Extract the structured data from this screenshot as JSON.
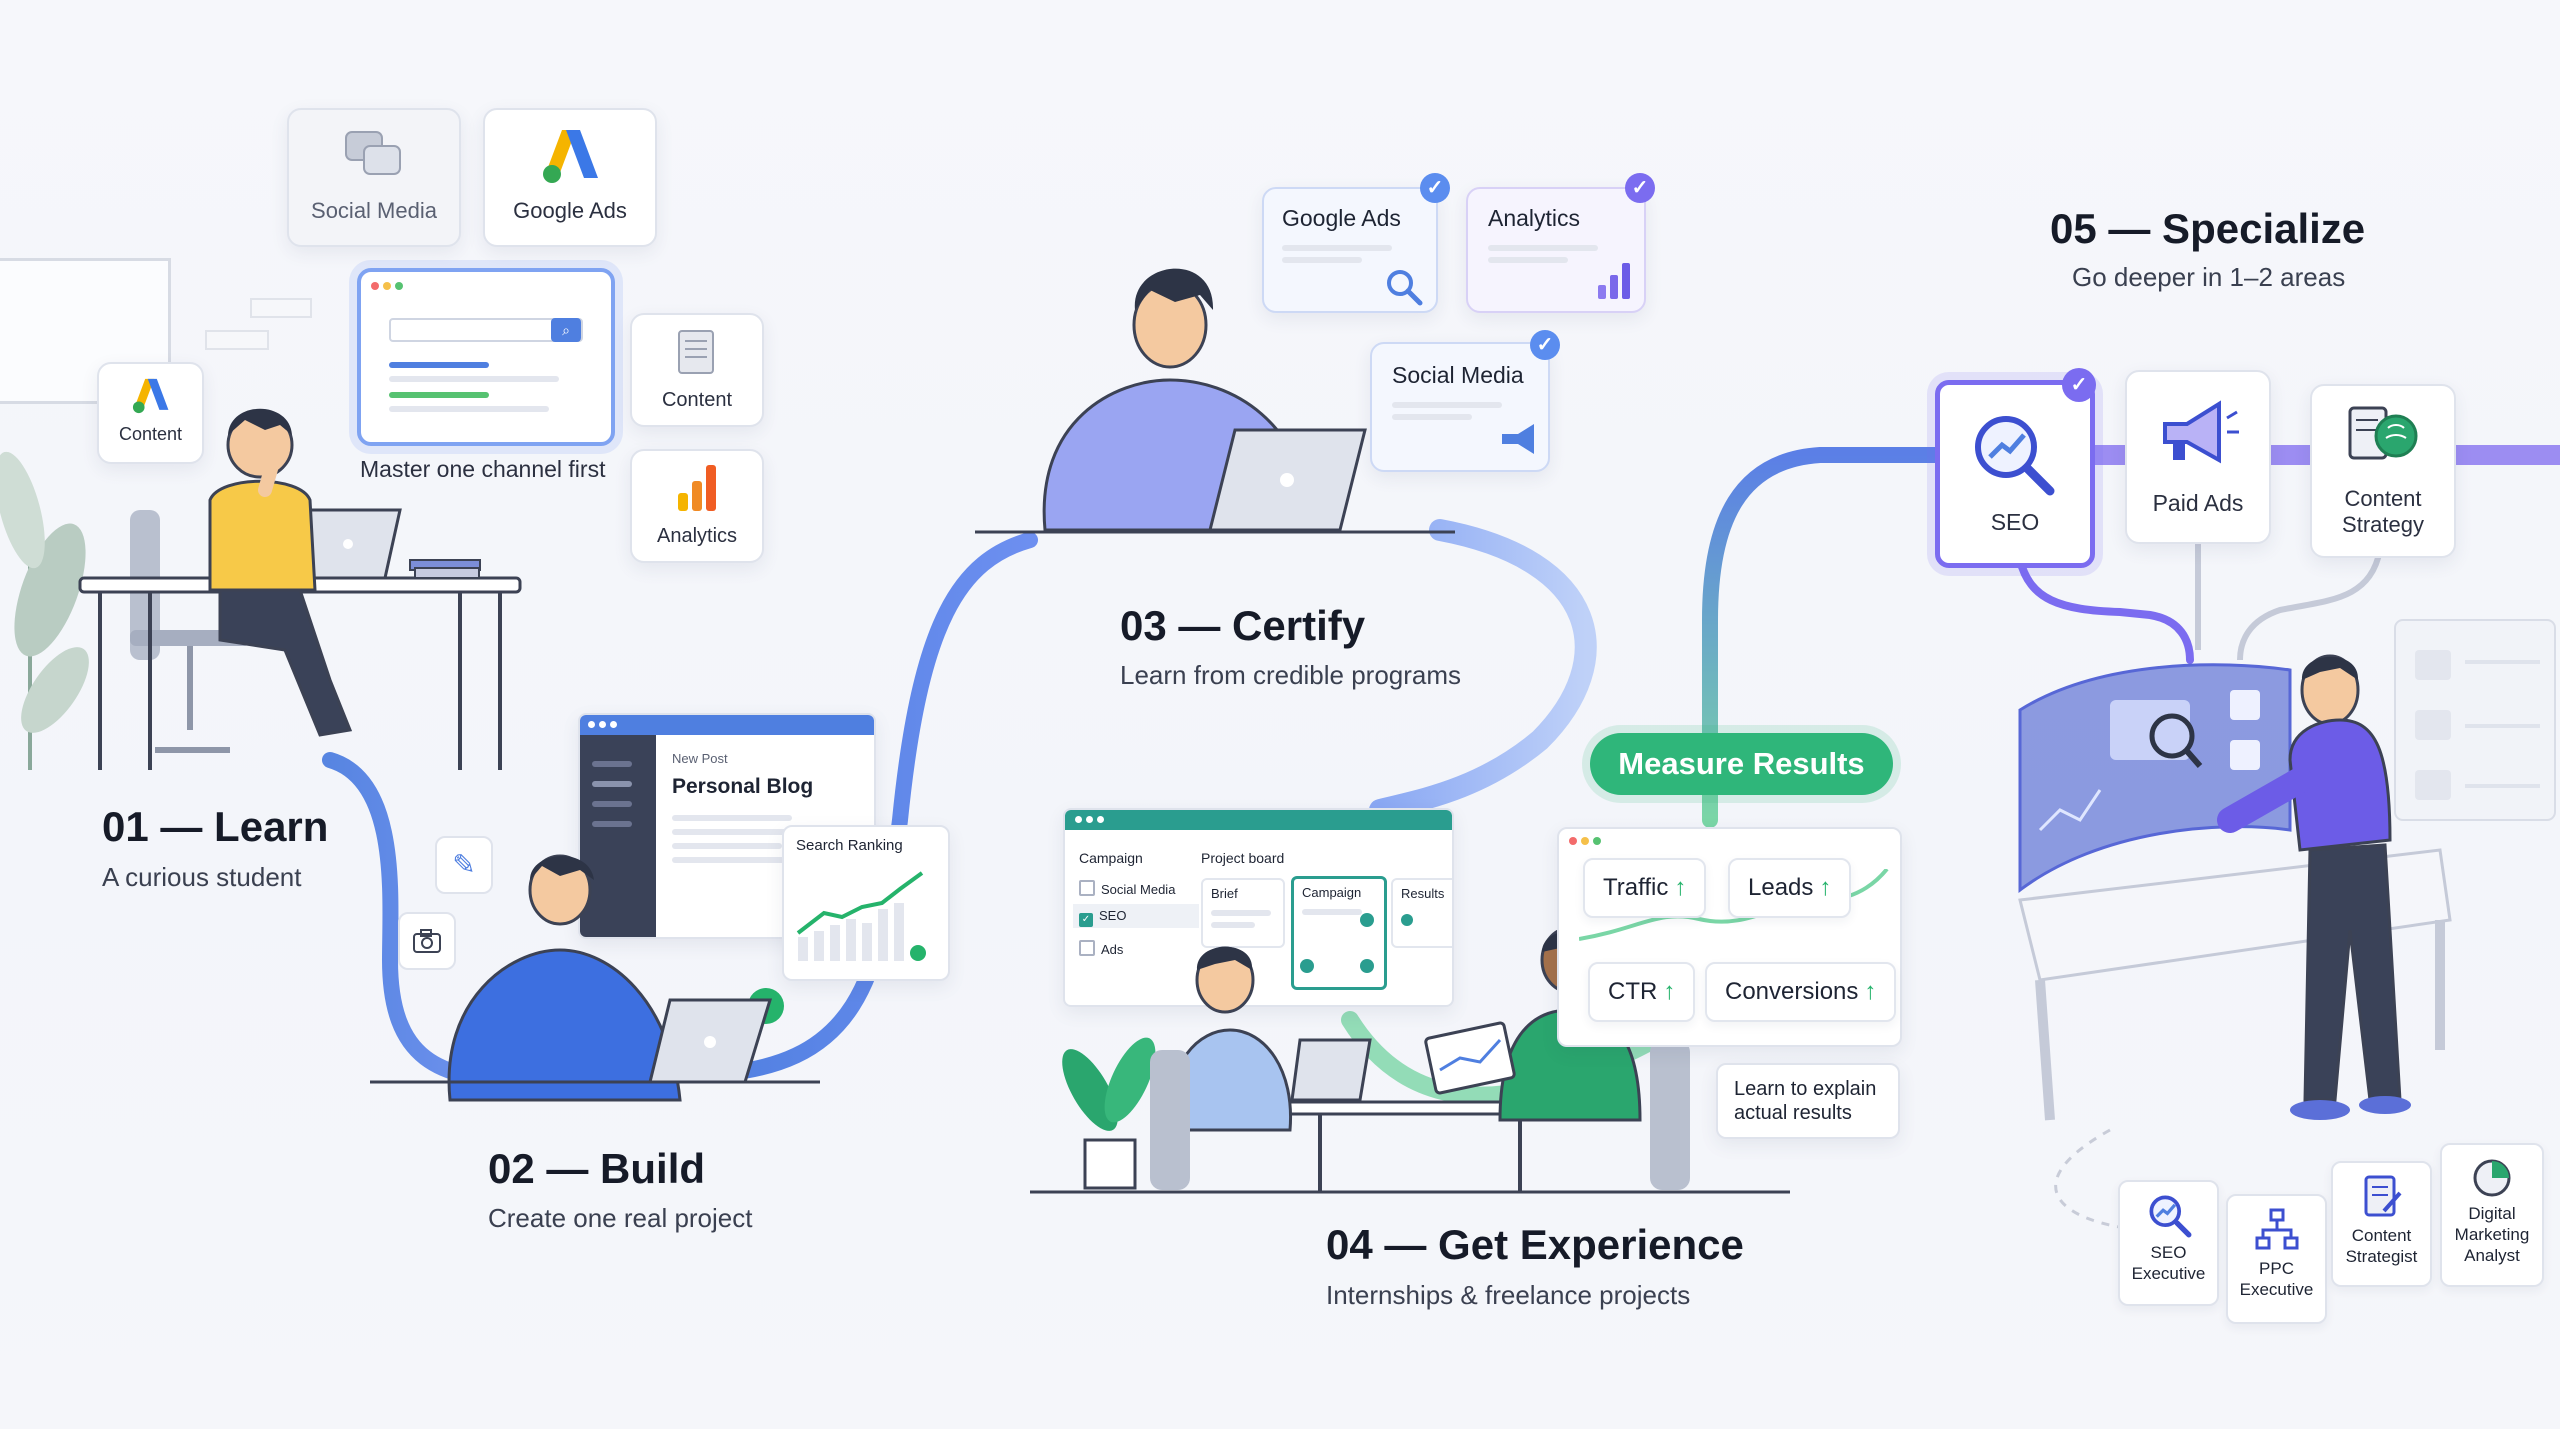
{
  "steps": {
    "s1": {
      "title": "01 — Learn",
      "subtitle": "A curious student"
    },
    "s2": {
      "title": "02 — Build",
      "subtitle": "Create one real project"
    },
    "s3": {
      "title": "03 — Certify",
      "subtitle": "Learn from credible programs"
    },
    "s4": {
      "title": "04 — Get Experience",
      "subtitle": "Internships & freelance projects"
    },
    "s5": {
      "title": "05 — Specialize",
      "subtitle": "Go deeper in 1–2 areas"
    }
  },
  "learn": {
    "channels": {
      "social_media": "Social Media",
      "google_ads": "Google Ads",
      "content": "Content",
      "analytics": "Analytics",
      "content_small": "Content"
    },
    "caption": "Master one channel first"
  },
  "build": {
    "blog_header": "New Post",
    "blog_title": "Personal Blog",
    "ranking_label": "Search Ranking"
  },
  "certify": {
    "certs": [
      "Google Ads",
      "Analytics",
      "Social Media"
    ]
  },
  "experience": {
    "campaign_header": "Campaign",
    "campaign_items": [
      "Social Media",
      "SEO",
      "Ads"
    ],
    "board_header": "Project board",
    "board_columns": [
      "Brief",
      "Campaign",
      "Results"
    ],
    "measure_badge": "Measure Results",
    "metrics": [
      "Traffic",
      "Leads",
      "CTR",
      "Conversions"
    ],
    "up_arrow": "↑",
    "note": [
      "Learn to explain",
      "actual results"
    ]
  },
  "specialize": {
    "areas": [
      {
        "label": [
          "SEO"
        ]
      },
      {
        "label": [
          "Paid Ads"
        ]
      },
      {
        "label": [
          "Content",
          "Strategy"
        ]
      }
    ],
    "roles": [
      {
        "label": [
          "SEO",
          "Executive"
        ]
      },
      {
        "label": [
          "PPC",
          "Executive"
        ]
      },
      {
        "label": [
          "Content",
          "Strategist"
        ]
      },
      {
        "label": [
          "Digital",
          "Marketing",
          "Analyst"
        ]
      }
    ]
  },
  "colors": {
    "accent_purple": "#6c5ce7",
    "accent_blue": "#4f7fe0",
    "accent_green": "#25b36b",
    "check_blue": "#5b8def",
    "shirt_yellow": "#f7c948",
    "shirt_blue": "#3d6fe0",
    "shirt_lavender": "#9aa5f2",
    "shirt_green": "#2aa66e"
  },
  "icons": [
    "chat-bubbles-icon",
    "google-ads-icon",
    "document-icon",
    "bar-chart-icon",
    "search-icon",
    "pencil-icon",
    "camera-icon",
    "check-icon",
    "magnifier-growth-icon",
    "megaphone-icon",
    "brain-icon",
    "hierarchy-icon",
    "pie-chart-icon"
  ]
}
